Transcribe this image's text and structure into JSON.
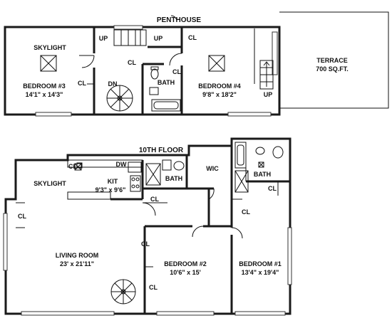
{
  "penthouse": {
    "title": "PENTHOUSE",
    "bedroom3": {
      "name": "BEDROOM #3",
      "size": "14'1\" x 14'3\""
    },
    "bedroom4": {
      "name": "BEDROOM #4",
      "size": "9'8\" x 18'2\""
    },
    "skylight": "SKYLIGHT",
    "bath": "BATH",
    "terrace": {
      "name": "TERRACE",
      "size": "700 SQ.FT."
    },
    "up1": "UP",
    "up2": "UP",
    "up3": "UP",
    "dn": "DN",
    "cl1": "CL",
    "cl2": "CL",
    "cl3": "CL",
    "cl4": "CL"
  },
  "floor10": {
    "title": "10TH FLOOR",
    "skylight": "SKYLIGHT",
    "kit": {
      "name": "KIT",
      "size": "9'3\" x 9'6\""
    },
    "dw": "DW",
    "bath1": "BATH",
    "bath2": "BATH",
    "wic": "WIC",
    "living": {
      "name": "LIVING ROOM",
      "size": "23' x 21'11\""
    },
    "bedroom2": {
      "name": "BEDROOM #2",
      "size": "10'6\" x 15'"
    },
    "bedroom1": {
      "name": "BEDROOM #1",
      "size": "13'4\" x 19'4\""
    },
    "cl_a": "CL",
    "cl_b": "CL",
    "cl_c": "CL",
    "cl_d": "CL",
    "cl_e": "CL",
    "cl_f": "CL",
    "cl_g": "CL"
  }
}
